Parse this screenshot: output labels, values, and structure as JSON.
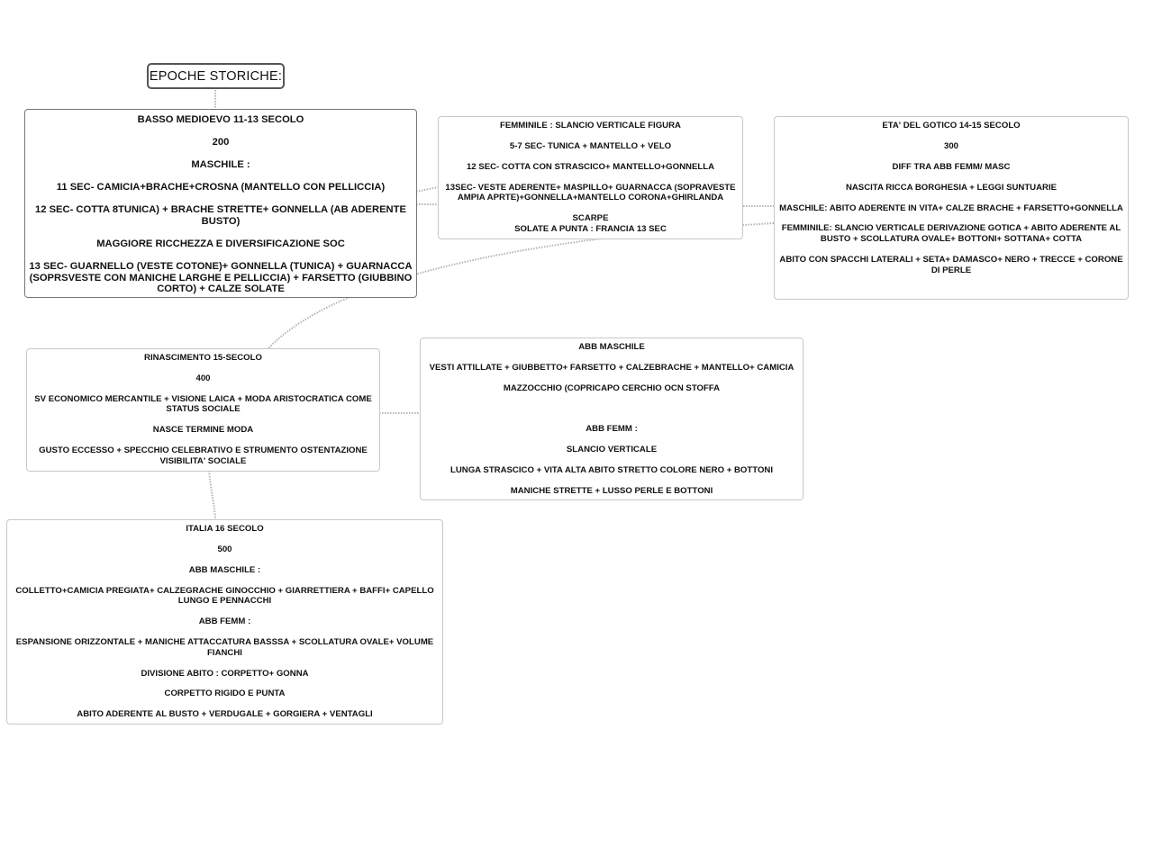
{
  "root": {
    "title": "EPOCHE STORICHE:"
  },
  "basso_medioevo": {
    "lines": [
      "BASSO MEDIOEVO 11-13 SECOLO",
      "200",
      "MASCHILE :",
      "11 SEC- CAMICIA+BRACHE+CROSNA (MANTELLO CON PELLICCIA)",
      "12 SEC- COTTA 8TUNICA) + BRACHE STRETTE+ GONNELLA (AB ADERENTE BUSTO)",
      "MAGGIORE RICCHEZZA E DIVERSIFICAZIONE SOC",
      "13 SEC- GUARNELLO (VESTE COTONE)+ GONNELLA (TUNICA) + GUARNACCA (SOPRSVESTE CON MANICHE LARGHE E PELLICCIA) + FARSETTO (GIUBBINO CORTO) + CALZE SOLATE"
    ]
  },
  "femminile": {
    "lines": [
      "FEMMINILE : SLANCIO VERTICALE FIGURA",
      "5-7 SEC- TUNICA + MANTELLO + VELO",
      "12 SEC- COTTA CON STRASCICO+ MANTELLO+GONNELLA",
      "13SEC- VESTE ADERENTE+ MASPILLO+ GUARNACCA (SOPRAVESTE AMPIA APRTE)+GONNELLA+MANTELLO CORONA+GHIRLANDA",
      "SCARPE\nSOLATE A PUNTA : FRANCIA 13 SEC"
    ]
  },
  "gotico": {
    "lines": [
      "ETA' DEL GOTICO 14-15 SECOLO",
      "300",
      "DIFF TRA ABB FEMM/ MASC",
      "NASCITA RICCA BORGHESIA + LEGGI SUNTUARIE",
      "MASCHILE: ABITO ADERENTE IN VITA+ CALZE BRACHE + FARSETTO+GONNELLA",
      "FEMMINILE: SLANCIO VERTICALE DERIVAZIONE GOTICA + ABITO ADERENTE AL BUSTO + SCOLLATURA OVALE+ BOTTONI+ SOTTANA+ COTTA",
      "ABITO CON SPACCHI LATERALI + SETA+ DAMASCO+ NERO + TRECCE + CORONE DI PERLE"
    ]
  },
  "rinascimento": {
    "lines": [
      "RINASCIMENTO 15-SECOLO",
      "400",
      "SV ECONOMICO MERCANTILE + VISIONE LAICA + MODA ARISTOCRATICA COME STATUS SOCIALE",
      "NASCE TERMINE MODA",
      "GUSTO ECCESSO + SPECCHIO CELEBRATIVO E STRUMENTO OSTENTAZIONE VISIBILITA' SOCIALE"
    ]
  },
  "abb_rinascimento": {
    "lines": [
      "ABB MASCHILE",
      "VESTI ATTILLATE + GIUBBETTO+ FARSETTO + CALZEBRACHE + MANTELLO+ CAMICIA",
      "MAZZOCCHIO (COPRICAPO CERCHIO OCN STOFFA",
      "ABB FEMM :",
      "SLANCIO VERTICALE",
      "LUNGA STRASCICO + VITA ALTA ABITO STRETTO COLORE NERO + BOTTONI",
      "MANICHE STRETTE + LUSSO PERLE E BOTTONI"
    ]
  },
  "italia": {
    "lines": [
      "ITALIA 16 SECOLO",
      "500",
      "ABB MASCHILE :",
      "COLLETTO+CAMICIA PREGIATA+ CALZEGRACHE GINOCCHIO + GIARRETTIERA + BAFFI+ CAPELLO LUNGO E PENNACCHI",
      "ABB FEMM :",
      "ESPANSIONE ORIZZONTALE + MANICHE ATTACCATURA BASSSA + SCOLLATURA OVALE+ VOLUME FIANCHI",
      "DIVISIONE ABITO : CORPETTO+ GONNA",
      "CORPETTO RIGIDO E PUNTA",
      "ABITO ADERENTE AL BUSTO + VERDUGALE + GORGIERA + VENTAGLI"
    ]
  }
}
